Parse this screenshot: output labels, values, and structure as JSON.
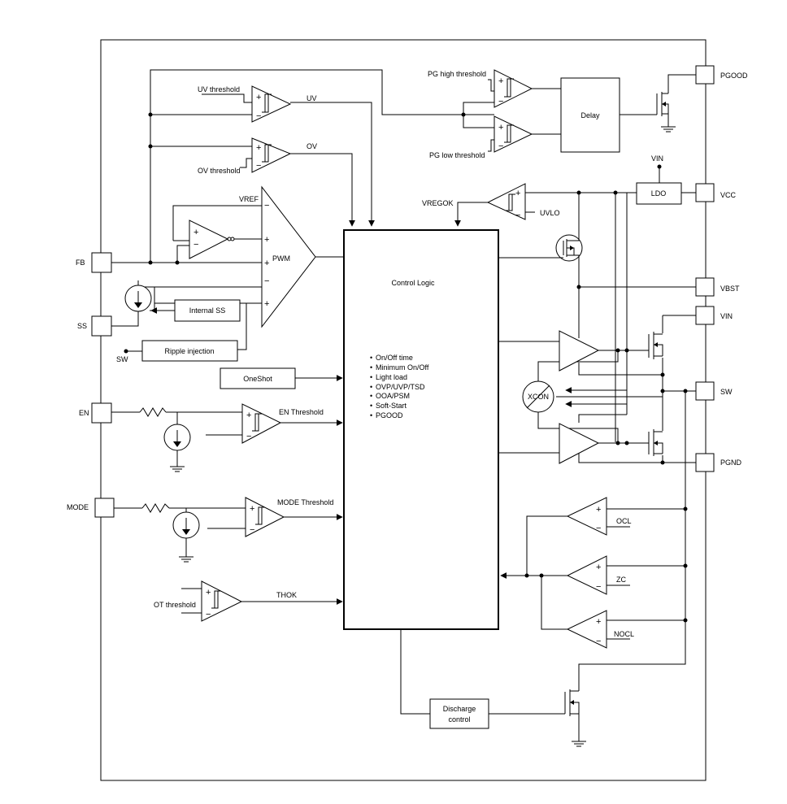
{
  "pins": {
    "pgood": "PGOOD",
    "vcc": "VCC",
    "vbst": "VBST",
    "vin": "VIN",
    "sw": "SW",
    "pgnd": "PGND",
    "fb": "FB",
    "ss": "SS",
    "en": "EN",
    "mode": "MODE"
  },
  "labels": {
    "uv_threshold": "UV threshold",
    "uv": "UV",
    "ov_threshold": "OV threshold",
    "ov": "OV",
    "pg_high": "PG high threshold",
    "pg_low": "PG low threshold",
    "delay": "Delay",
    "vin_top": "VIN",
    "ldo": "LDO",
    "vregok": "VREGOK",
    "uvlo": "UVLO",
    "vref": "VREF",
    "pwm": "PWM",
    "internal_ss": "Internal SS",
    "ripple_injection": "Ripple injection",
    "sw_in": "SW",
    "oneshot": "OneShot",
    "control_logic": "Control Logic",
    "xcon": "XCON",
    "en_threshold": "EN Threshold",
    "mode_threshold": "MODE Threshold",
    "ot_threshold": "OT threshold",
    "thok": "THOK",
    "ocl": "OCL",
    "zc": "ZC",
    "nocl": "NOCL",
    "discharge_1": "Discharge",
    "discharge_2": "control"
  },
  "control_features": [
    "On/Off time",
    "Minimum On/Off",
    "Light load",
    "OVP/UVP/TSD",
    "OOA/PSM",
    "Soft-Start",
    "PGOOD"
  ],
  "symbols": {
    "plus": "+",
    "minus": "−",
    "bullet": "•"
  }
}
